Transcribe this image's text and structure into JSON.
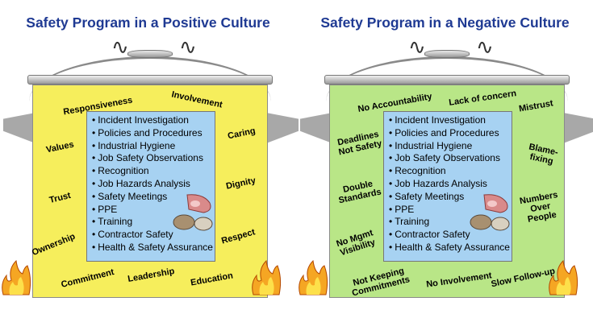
{
  "panels": [
    {
      "title": "Safety Program in a Positive Culture",
      "pot_color": "#f6ee5c",
      "list": [
        "Incident Investigation",
        "Policies and Procedures",
        "Industrial Hygiene",
        "Job Safety Observations",
        "Recognition",
        "Job Hazards Analysis",
        "Safety Meetings",
        "PPE",
        "Training",
        "Contractor Safety",
        "Health & Safety Assurance"
      ],
      "words": {
        "w1": "Responsiveness",
        "w2": "Involvement",
        "w3": "Caring",
        "w4": "Values",
        "w5": "Dignity",
        "w6": "Trust",
        "w7": "Ownership",
        "w8": "Respect",
        "w9": "Commitment",
        "w10": "Leadership",
        "w11": "Education"
      }
    },
    {
      "title": "Safety Program in a Negative Culture",
      "pot_color": "#b9e687",
      "list": [
        "Incident Investigation",
        "Policies and Procedures",
        "Industrial Hygiene",
        "Job Safety Observations",
        "Recognition",
        "Job Hazards Analysis",
        "Safety Meetings",
        "PPE",
        "Training",
        "Contractor Safety",
        "Health & Safety Assurance"
      ],
      "words": {
        "w1": "No Accountability",
        "w2": "Lack of concern",
        "w3": "Mistrust",
        "w4a": "Deadlines",
        "w4b": "Not Safety",
        "w5a": "Blame-",
        "w5b": "fixing",
        "w6a": "Double",
        "w6b": "Standards",
        "w7a": "Numbers",
        "w7b": "Over",
        "w7c": "People",
        "w8a": "No Mgmt",
        "w8b": "Visibility",
        "w9a": "Not Keeping",
        "w9b": "Commitments",
        "w10": "No Involvement",
        "w11": "Slow Follow-up"
      }
    }
  ],
  "icons": [
    "steam-icon",
    "meat-icon",
    "fire-icon",
    "pot-handle-icon"
  ]
}
